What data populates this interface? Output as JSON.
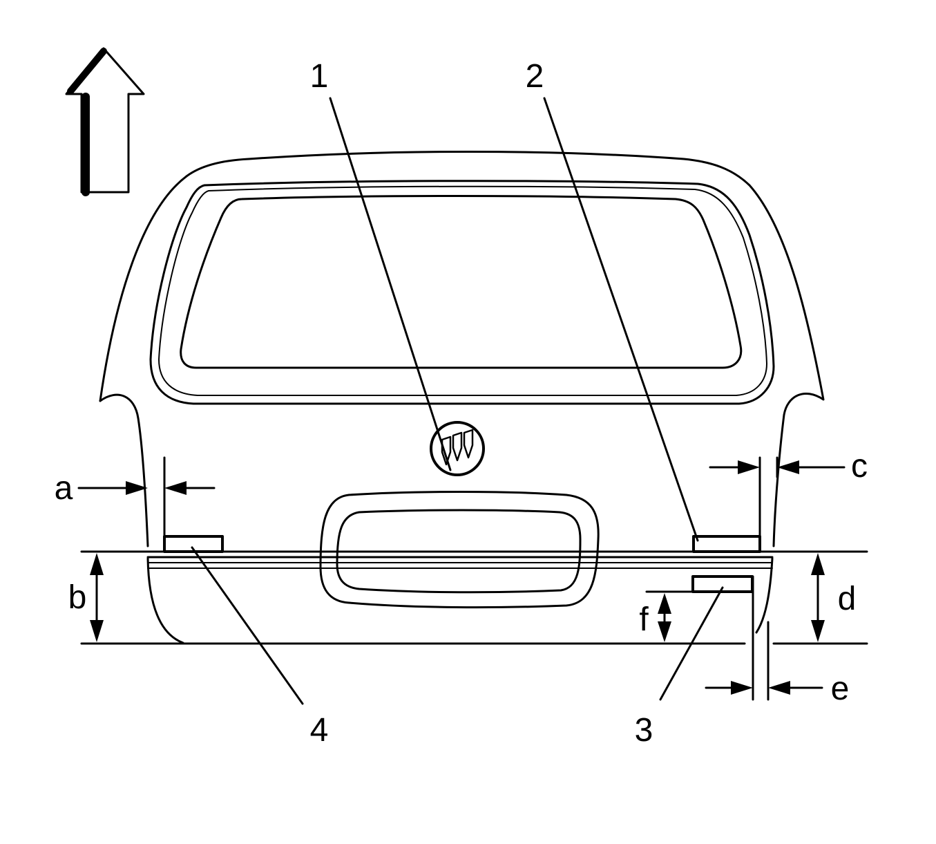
{
  "diagram": {
    "callouts": {
      "c1": "1",
      "c2": "2",
      "c3": "3",
      "c4": "4"
    },
    "dimensions": {
      "a": "a",
      "b": "b",
      "c": "c",
      "d": "d",
      "e": "e",
      "f": "f"
    }
  }
}
